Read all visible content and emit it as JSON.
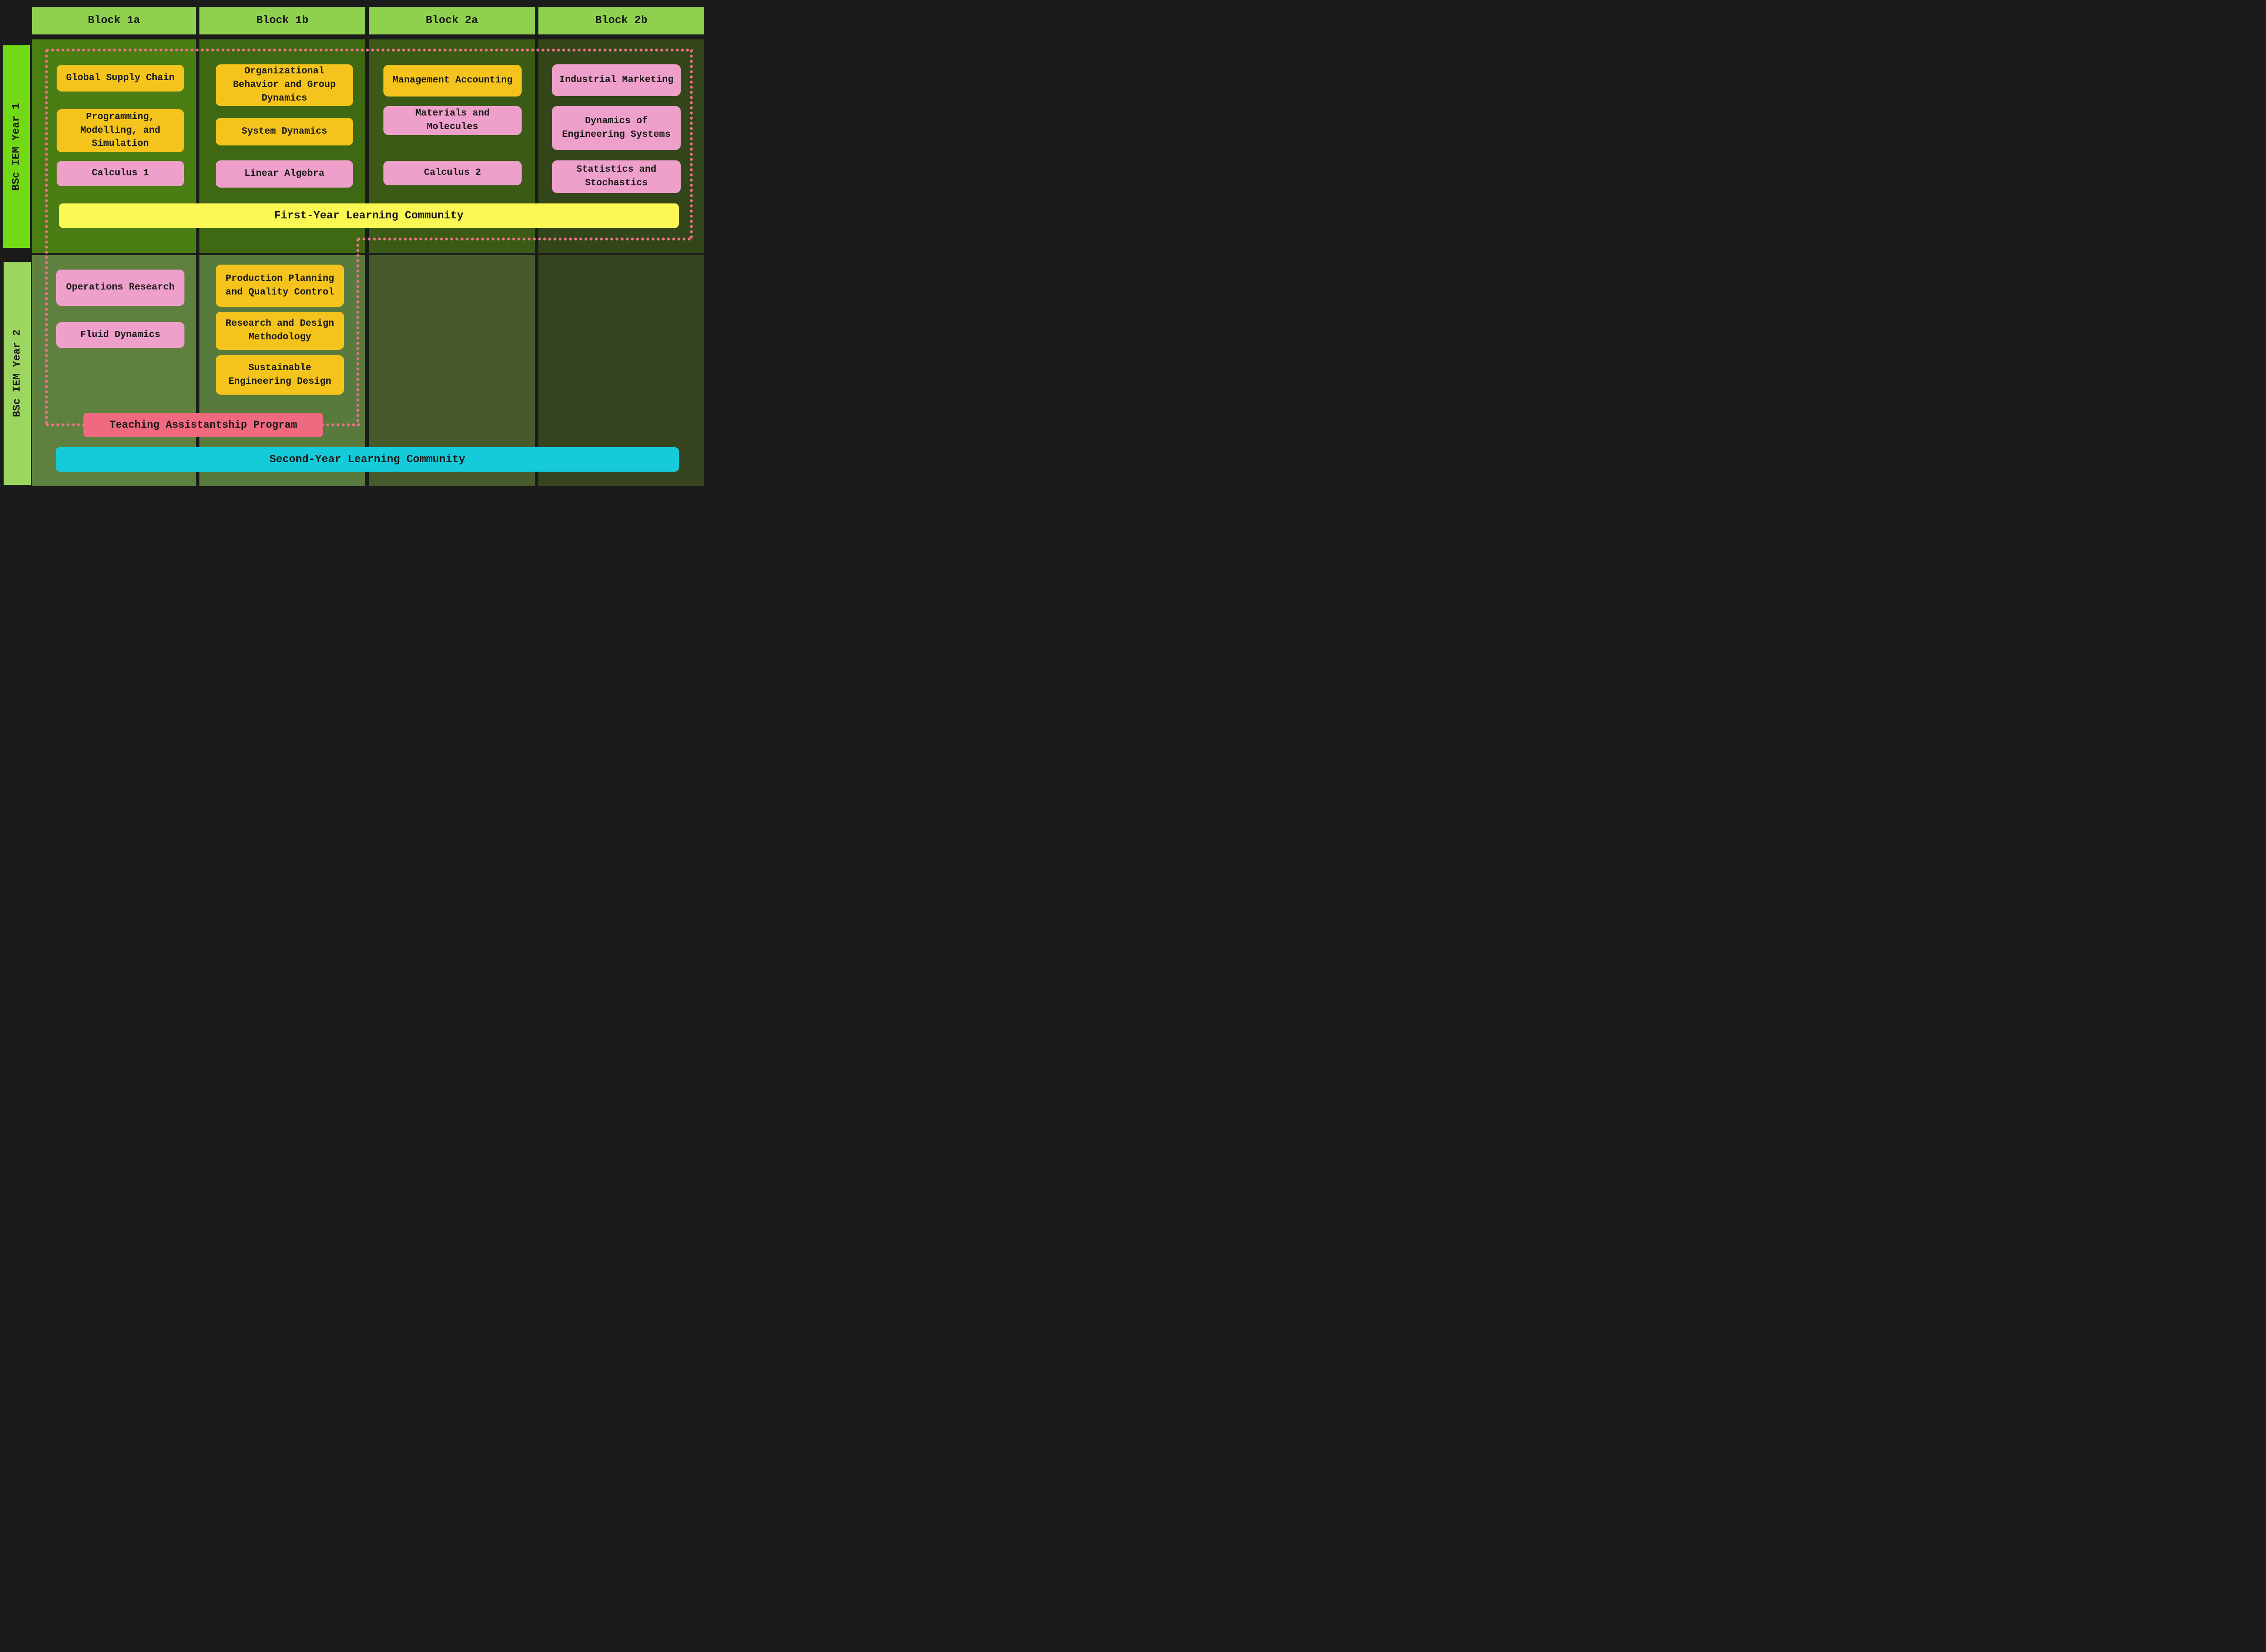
{
  "header": {
    "blocks": [
      "Block 1a",
      "Block 1b",
      "Block 2a",
      "Block 2b"
    ]
  },
  "sidebar": {
    "year1_label": "BSc IEM Year 1",
    "year2_label": "BSc IEM Year 2"
  },
  "courses": {
    "y1_b1a": [
      {
        "label": "Global Supply Chain",
        "color": "gold"
      },
      {
        "label": "Programming, Modelling, and Simulation",
        "color": "gold"
      },
      {
        "label": "Calculus 1",
        "color": "pink"
      }
    ],
    "y1_b1b": [
      {
        "label": "Organizational Behavior and Group Dynamics",
        "color": "gold"
      },
      {
        "label": "System Dynamics",
        "color": "gold"
      },
      {
        "label": "Linear Algebra",
        "color": "pink"
      }
    ],
    "y1_b2a": [
      {
        "label": "Management Accounting",
        "color": "gold"
      },
      {
        "label": "Materials and Molecules",
        "color": "pink"
      },
      {
        "label": "Calculus 2",
        "color": "pink"
      }
    ],
    "y1_b2b": [
      {
        "label": "Industrial Marketing",
        "color": "pink"
      },
      {
        "label": "Dynamics of Engineering Systems",
        "color": "pink"
      },
      {
        "label": "Statistics and Stochastics",
        "color": "pink"
      }
    ],
    "y2_b1a": [
      {
        "label": "Operations Research",
        "color": "pink"
      },
      {
        "label": "Fluid Dynamics",
        "color": "pink"
      }
    ],
    "y2_b1b": [
      {
        "label": "Production Planning and Quality Control",
        "color": "gold"
      },
      {
        "label": "Research and Design Methodology",
        "color": "gold"
      },
      {
        "label": "Sustainable Engineering Design",
        "color": "gold"
      }
    ]
  },
  "banners": {
    "first_year": "First-Year Learning Community",
    "second_year": "Second-Year Learning Community",
    "tap": "Teaching Assistantship Program"
  },
  "colors": {
    "background": "#1b1b1b",
    "header_green": "#8fd04f",
    "year1_sidebar_green": "#72da14",
    "year2_sidebar_green": "#9cd660",
    "y1_block1a_bg": "#4a7d13",
    "y1_block1b_bg": "#3e6912",
    "y1_block2a_bg": "#3a5a15",
    "y1_block2b_bg": "#324619",
    "y2_block1a_bg": "#5f8140",
    "y2_block1b_bg": "#587a3c",
    "y2_block2a_bg": "#465a2c",
    "y2_block2b_bg": "#364420",
    "course_gold": "#f4c41d",
    "course_pink": "#eea0ca",
    "banner_yellow": "#fbf854",
    "banner_cyan": "#16cbd9",
    "banner_salmon": "#f0697e",
    "dotted_outline": "#ee7386",
    "text": "#1a1a1a"
  }
}
